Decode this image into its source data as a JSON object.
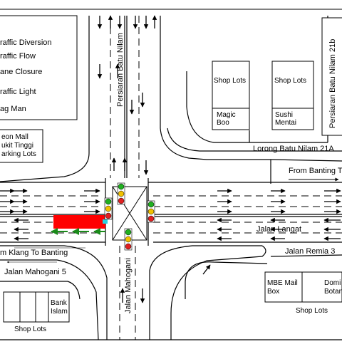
{
  "legend": {
    "items": [
      {
        "label": "raffic Diversion"
      },
      {
        "label": "raffic Flow"
      },
      {
        "label": "ane Closure"
      },
      {
        "label": "raffic Light"
      },
      {
        "label": "ag Man"
      }
    ]
  },
  "places": {
    "aeon": [
      "eon Mall",
      "ukit Tinggi",
      "arking Lots"
    ],
    "shoplots_top_a": "Shop Lots",
    "shoplots_top_b": "Shop Lots",
    "magic": [
      "Magic",
      "Boo"
    ],
    "sushi": [
      "Sushi",
      "Mentai"
    ],
    "mbe": [
      "MBE Mail",
      "Box"
    ],
    "domino": [
      "Domi",
      "Botan"
    ],
    "shoplots_br": "Shop Lots",
    "bank": [
      "Bank",
      "Islam"
    ],
    "shoplots_bl": "Shop Lots"
  },
  "roads": {
    "persiaran_batu_nilam": "Persiaran Batu Nilam",
    "persiaran_21b": "Persiaran Batu Nilam 21b",
    "lorong_21a": "Lorong Batu Nilam 21A",
    "from_banting": "From Banting T",
    "jalan_langat": "Jalan Langat",
    "from_klang": "m Klang To Banting",
    "jalan_remia": "Jalan Remia 3",
    "jalan_mahogani_5": "Jalan Mahogani 5",
    "jalan_mahogani": "Jalan Mahogani"
  },
  "colors": {
    "closure": "#ff0000",
    "diversion": "#1a8a1a",
    "light_red": "#e02020",
    "light_amber": "#f0c000",
    "light_green": "#20b020",
    "cyan_marker": "#2ad0e0"
  }
}
